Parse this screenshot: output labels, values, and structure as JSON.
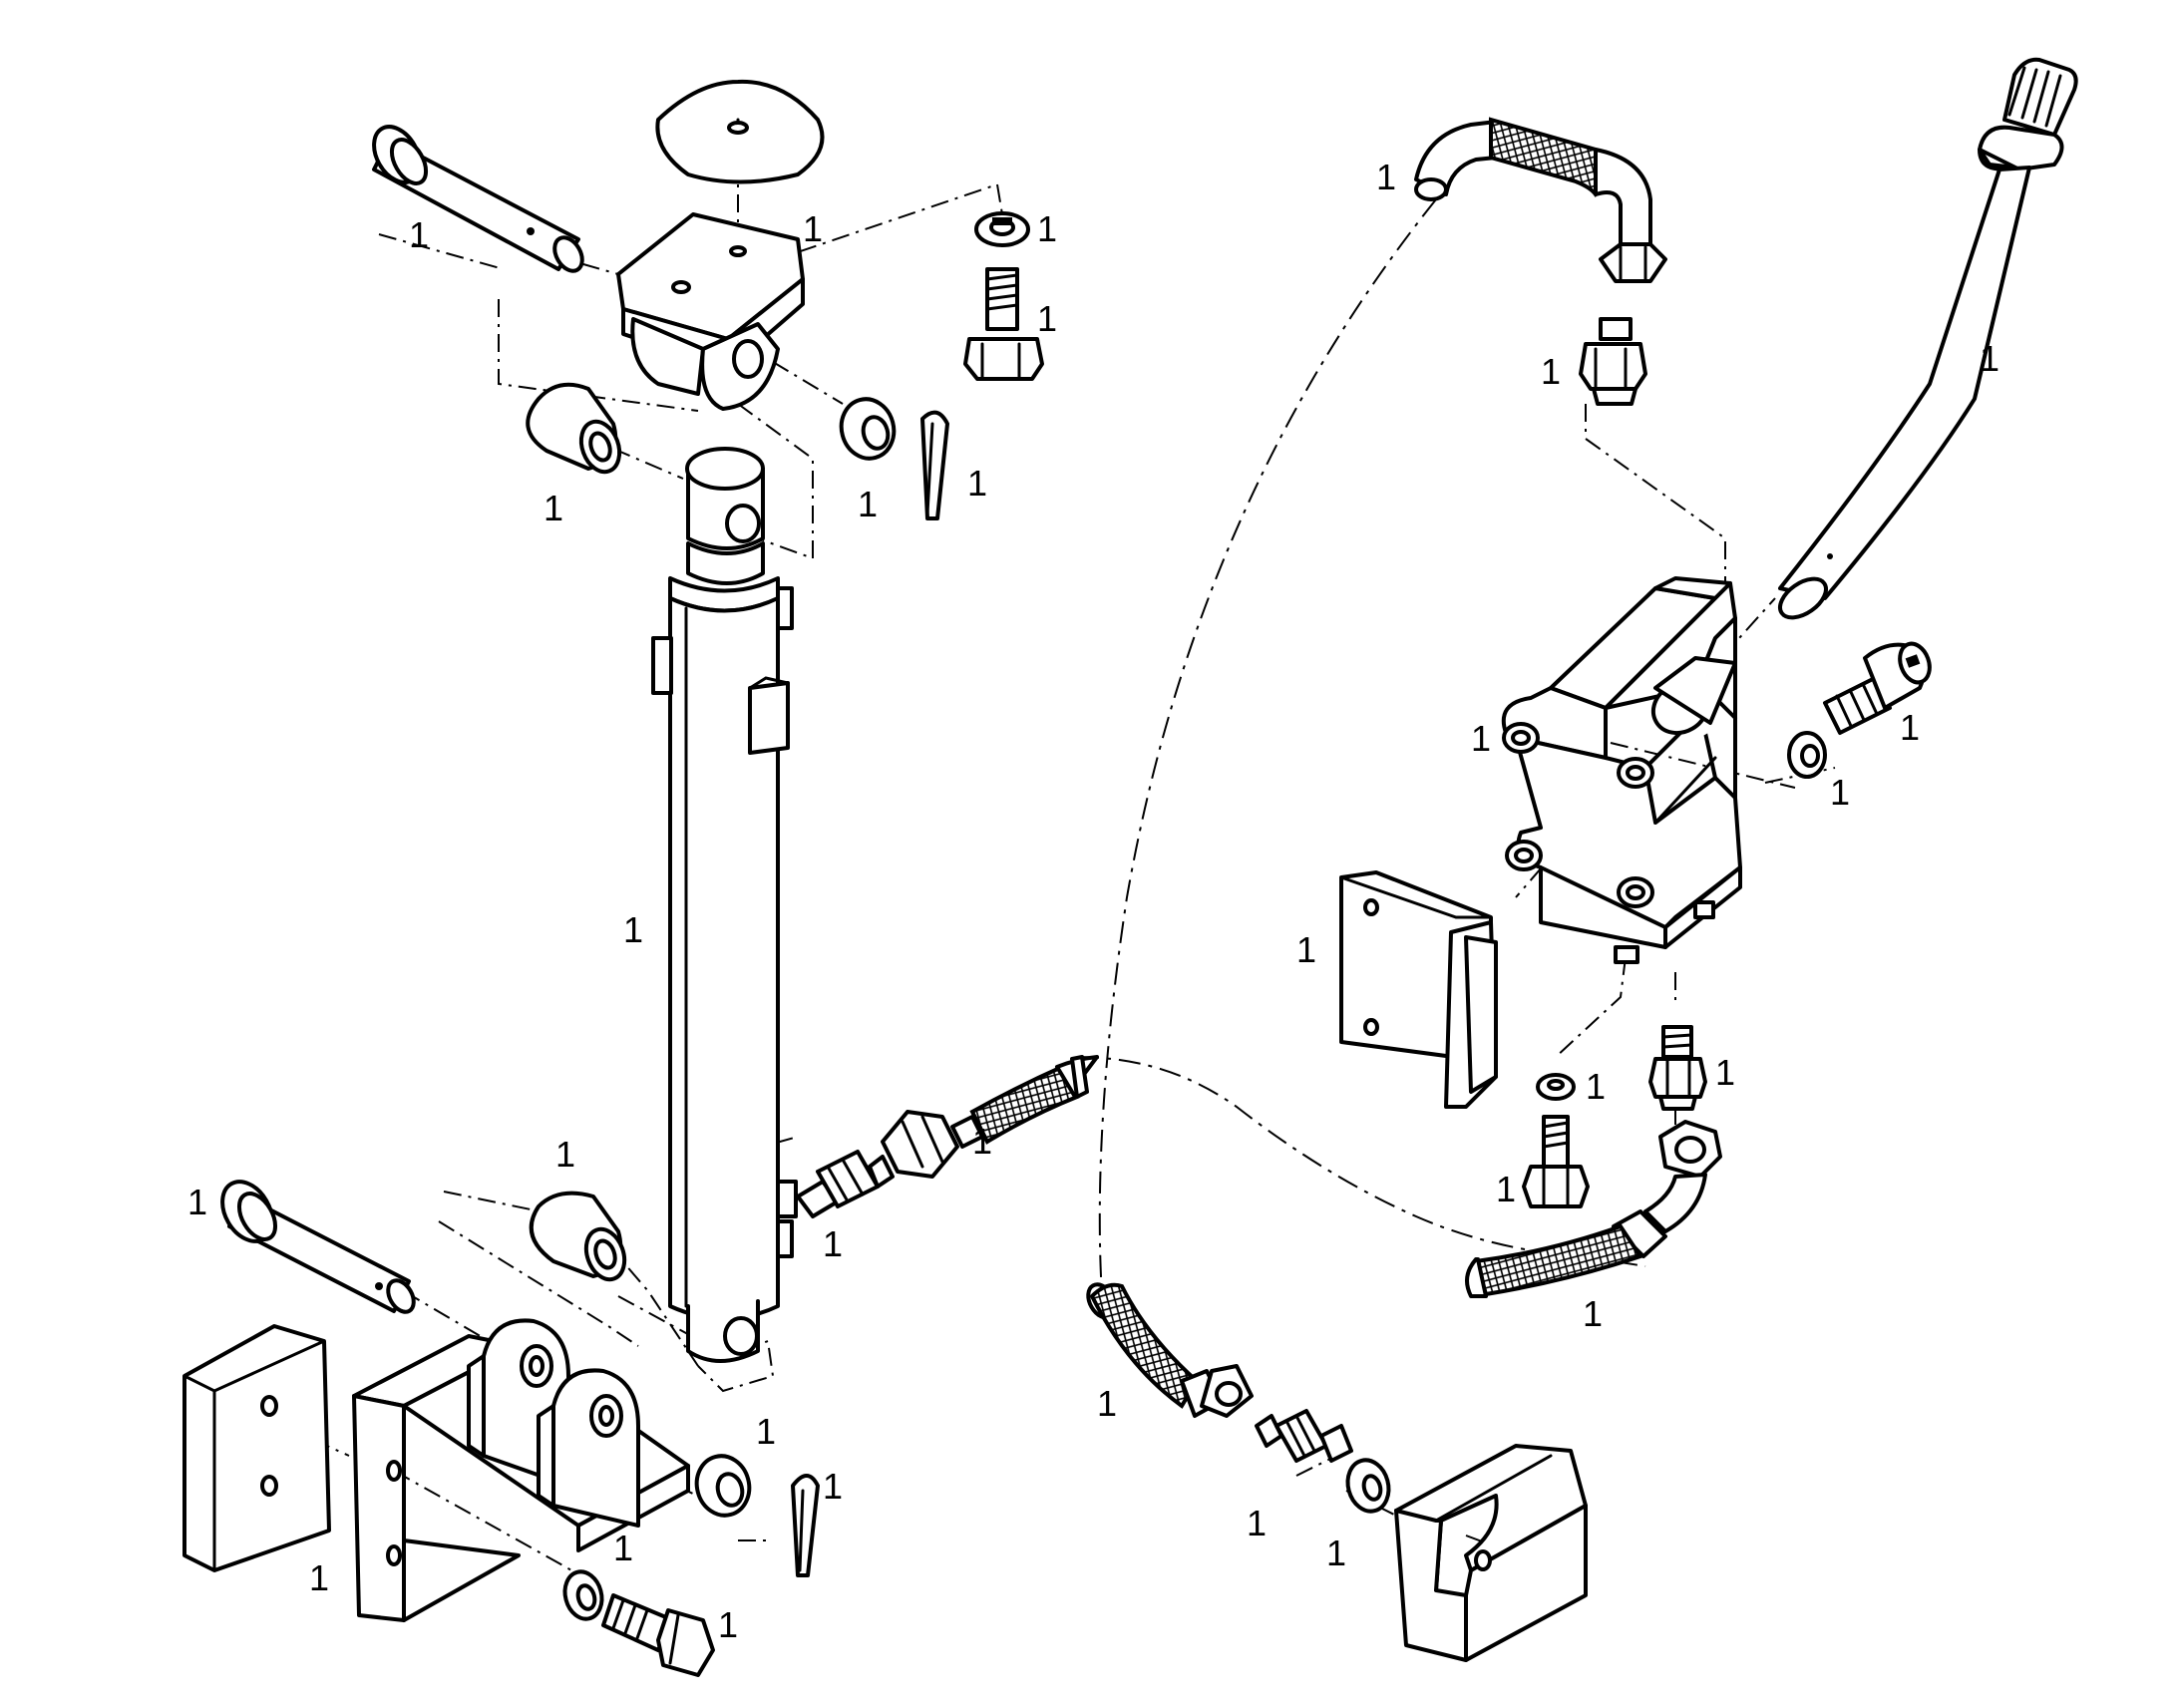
{
  "callouts": [
    {
      "id": "top-pin",
      "text": "1"
    },
    {
      "id": "top-bracket",
      "text": "1"
    },
    {
      "id": "top-washer",
      "text": "1"
    },
    {
      "id": "top-bolt",
      "text": "1"
    },
    {
      "id": "top-bushing",
      "text": "1"
    },
    {
      "id": "top-flat-washer",
      "text": "1"
    },
    {
      "id": "top-cotter-pin",
      "text": "1"
    },
    {
      "id": "cylinder",
      "text": "1"
    },
    {
      "id": "cyl-fitting",
      "text": "1"
    },
    {
      "id": "cyl-hose",
      "text": "1"
    },
    {
      "id": "bottom-bushing",
      "text": "1"
    },
    {
      "id": "bottom-pin",
      "text": "1"
    },
    {
      "id": "bottom-flat-washer",
      "text": "1"
    },
    {
      "id": "bottom-cotter-pin",
      "text": "1"
    },
    {
      "id": "base-bracket",
      "text": "1"
    },
    {
      "id": "bottom-lock-washer",
      "text": "1"
    },
    {
      "id": "bottom-bolt",
      "text": "1"
    },
    {
      "id": "pump-hose",
      "text": "1"
    },
    {
      "id": "pump-adapter",
      "text": "1"
    },
    {
      "id": "pump-handle",
      "text": "1"
    },
    {
      "id": "pump-mount-screw",
      "text": "1"
    },
    {
      "id": "pump-body",
      "text": "1"
    },
    {
      "id": "pump-screw-washer",
      "text": "1"
    },
    {
      "id": "pump-plate",
      "text": "1"
    },
    {
      "id": "pump-washer",
      "text": "1"
    },
    {
      "id": "pump-outlet-fitting",
      "text": "1"
    },
    {
      "id": "pump-bolt",
      "text": "1"
    },
    {
      "id": "return-hose",
      "text": "1"
    },
    {
      "id": "lower-hose",
      "text": "1"
    },
    {
      "id": "lower-fitting",
      "text": "1"
    },
    {
      "id": "lower-washer",
      "text": "1"
    }
  ]
}
